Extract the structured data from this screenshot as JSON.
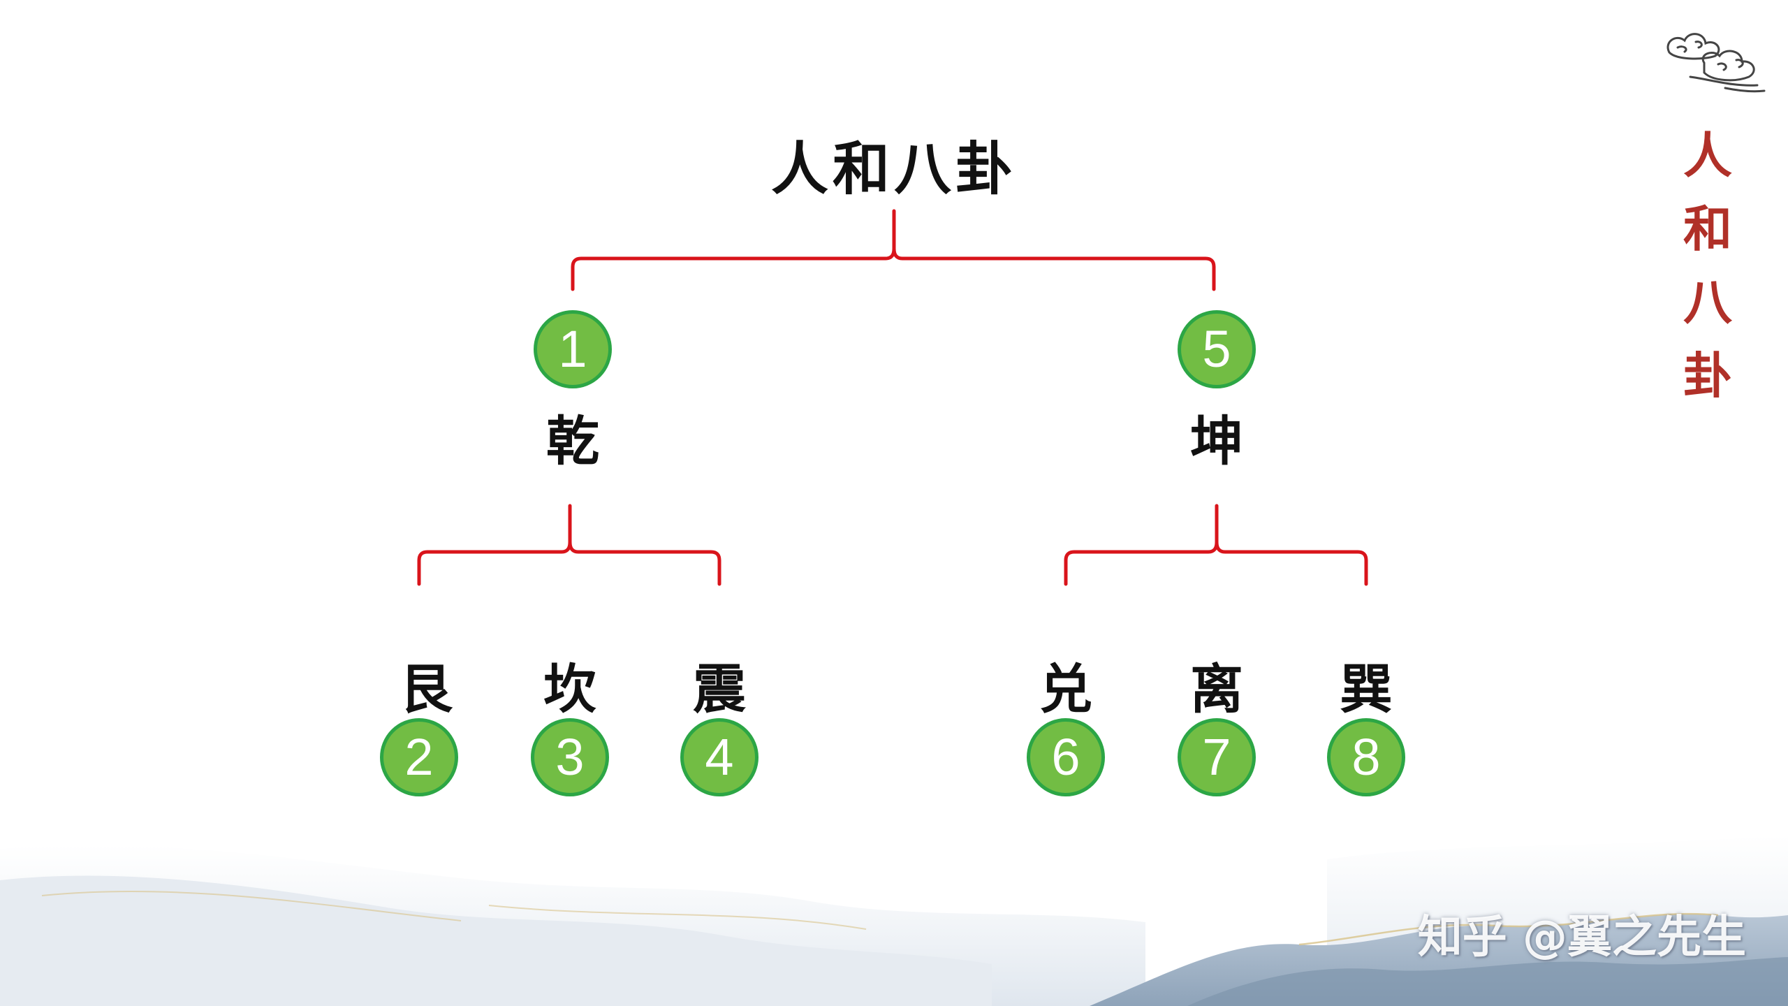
{
  "title": "人和八卦",
  "side_title": [
    "人",
    "和",
    "八",
    "卦"
  ],
  "colors": {
    "bracket": "#d9141b",
    "badge_fill": "#72bd44",
    "badge_border": "#2ca645",
    "side_title": "#b03028"
  },
  "branches": [
    {
      "number": "1",
      "label": "乾",
      "children": [
        {
          "label": "艮",
          "number": "2"
        },
        {
          "label": "坎",
          "number": "3"
        },
        {
          "label": "震",
          "number": "4"
        }
      ]
    },
    {
      "number": "5",
      "label": "坤",
      "children": [
        {
          "label": "兑",
          "number": "6"
        },
        {
          "label": "离",
          "number": "7"
        },
        {
          "label": "巽",
          "number": "8"
        }
      ]
    }
  ],
  "watermark": "知乎 @翼之先生",
  "icons": [
    "cloud-icon",
    "mountain-landscape"
  ]
}
